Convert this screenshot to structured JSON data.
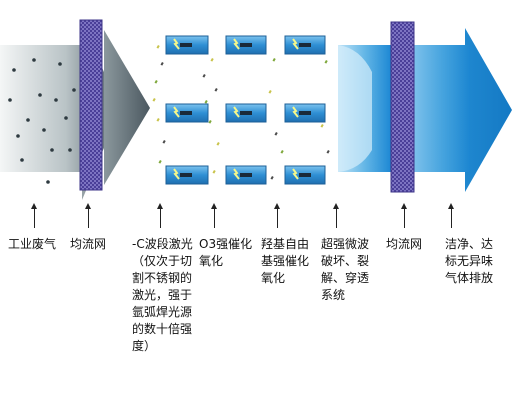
{
  "stages": [
    {
      "id": "input",
      "label": "工业废气"
    },
    {
      "id": "mesh1",
      "label": "均流网"
    },
    {
      "id": "uvc",
      "label_lines": [
        "-C波段激光",
        "（仅次于切",
        "割不锈钢的",
        "激光，强于",
        "氩弧焊光源",
        "的数十倍强",
        "度）"
      ]
    },
    {
      "id": "o3",
      "label_lines": [
        "O3强催化",
        "氧化"
      ]
    },
    {
      "id": "oh",
      "label_lines": [
        "羟基自由",
        "基强催化",
        "氧化"
      ]
    },
    {
      "id": "microwave",
      "label_lines": [
        "超强微波",
        "破坏、裂",
        "解、穿透",
        "系统"
      ]
    },
    {
      "id": "mesh2",
      "label": "均流网"
    },
    {
      "id": "output",
      "label_lines": [
        "洁净、达",
        "标无异味",
        "气体排放"
      ]
    }
  ],
  "colors": {
    "inlet_dark": "#5d6b73",
    "inlet_light": "#f2f4f4",
    "outlet_light": "#9fd0ee",
    "outlet_dark": "#1f8fd8",
    "mesh": "#5a4fa8",
    "lamp_blue": "#2e86c9",
    "lamp_glow": "#e9f7a8"
  }
}
